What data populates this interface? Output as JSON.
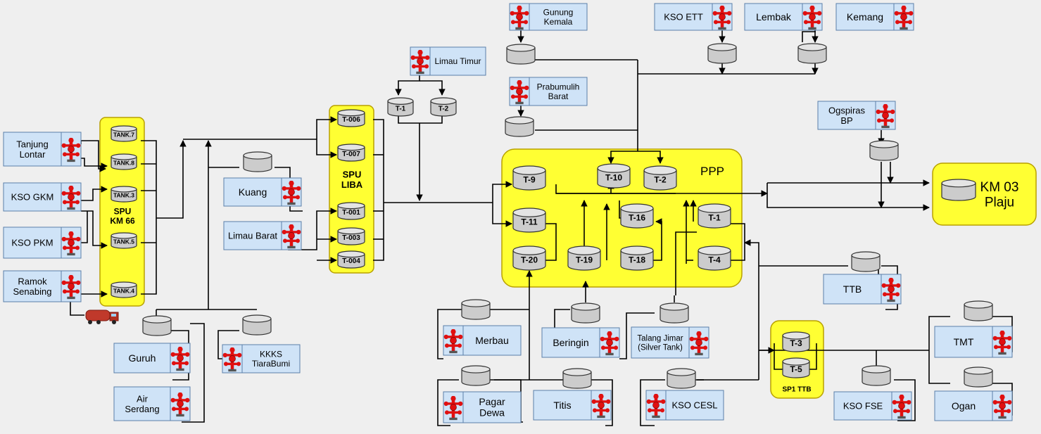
{
  "areas": {
    "spu_km66": "SPU\nKM 66",
    "spu_liba": "SPU\nLIBA",
    "ppp": "PPP",
    "km03": "KM 03\nPlaju",
    "sp1_ttb": "SP1 TTB"
  },
  "sources": {
    "tanjung_lontar": "Tanjung\nLontar",
    "kso_gkm": "KSO GKM",
    "kso_pkm": "KSO PKM",
    "ramok_senabing": "Ramok\nSenabing",
    "guruh": "Guruh",
    "air_serdang": "Air\nSerdang",
    "kkks_tiarabumi": "KKKS\nTiaraBumi",
    "kuang": "Kuang",
    "limau_barat": "Limau Barat",
    "limau_timur": "Limau Timur",
    "gunung_kemala": "Gunung\nKemala",
    "prabumulih_barat": "Prabumulih\nBarat",
    "kso_ett": "KSO ETT",
    "lembak": "Lembak",
    "kemang": "Kemang",
    "ogspiras_bp": "Ogspiras\nBP",
    "ttb": "TTB",
    "tmt": "TMT",
    "ogan": "Ogan",
    "kso_fse": "KSO FSE",
    "kso_cesl": "KSO CESL",
    "talang_jimar": "Talang Jimar\n(Silver Tank)",
    "beringin": "Beringin",
    "titis": "Titis",
    "merbau": "Merbau",
    "pagar_dewa": "Pagar\nDewa"
  },
  "tanks": {
    "tank7": "TANK.7",
    "tank8": "TANK.8",
    "tank3": "TANK.3",
    "tank5": "TANK.5",
    "tank4": "TANK.4",
    "t006": "T-006",
    "t007": "T-007",
    "t001": "T-001",
    "t003": "T-003",
    "t004": "T-004",
    "lt_t1": "T-1",
    "lt_t2": "T-2",
    "t9": "T-9",
    "t11": "T-11",
    "t20": "T-20",
    "t19": "T-19",
    "t10": "T-10",
    "t2": "T-2",
    "t16": "T-16",
    "t18": "T-18",
    "t1": "T-1",
    "t4": "T-4",
    "t3": "T-3",
    "t5": "T-5"
  },
  "colors": {
    "background": "#efefef",
    "area_fill": "#ffff33",
    "area_stroke": "#b8a000",
    "source_fill": "#cfe3f7",
    "source_stroke": "#5b7fa8",
    "tank_fill": "#cccccc",
    "valve": "#e01010",
    "line": "#000000"
  },
  "icons": {
    "wellhead": "wellhead-icon",
    "tank": "storage-tank-icon",
    "truck": "tanker-truck-icon"
  }
}
